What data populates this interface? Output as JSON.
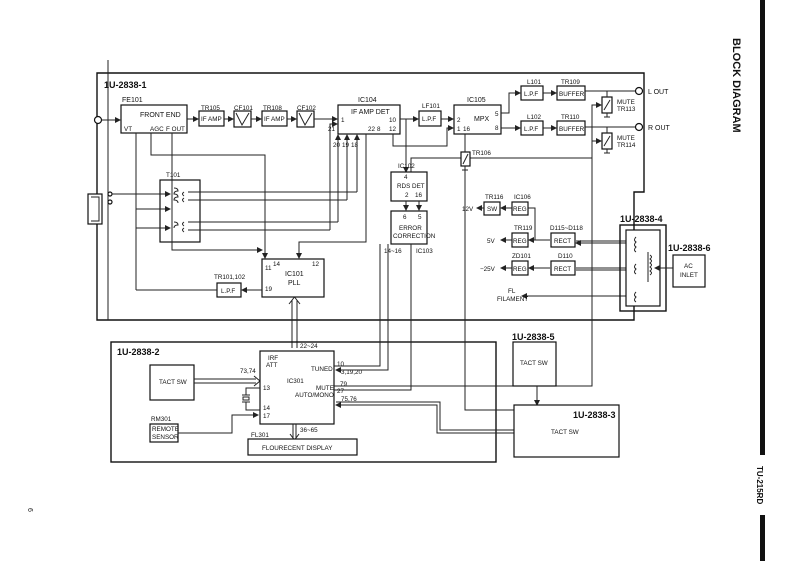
{
  "page": {
    "title": "BLOCK DIAGRAM",
    "model": "TU-215RD",
    "page_number": "6"
  },
  "boards": {
    "b1": "1U-2838-1",
    "b2": "1U-2838-2",
    "b3": "1U-2838-3",
    "b4": "1U-2838-4",
    "b5": "1U-2838-5",
    "b6": "1U-2838-6"
  },
  "blocks": {
    "fe101": {
      "ref": "FE101",
      "label": "FRONT END",
      "pins": [
        "VT",
        "AGC",
        "F OUT"
      ]
    },
    "tr105": {
      "ref": "TR105",
      "label": "IF AMP"
    },
    "cf101": {
      "ref": "CF101"
    },
    "tr108": {
      "ref": "TR108",
      "label": "IF AMP"
    },
    "cf102": {
      "ref": "CF102"
    },
    "ic104": {
      "ref": "IC104",
      "label": "IF AMP DET",
      "pins": [
        "1",
        "21",
        "20",
        "19",
        "18",
        "22",
        "8",
        "10",
        "12"
      ]
    },
    "lf101": {
      "ref": "LF101",
      "label": "L.P.F"
    },
    "ic105": {
      "ref": "IC105",
      "label": "MPX",
      "pins": [
        "2",
        "1",
        "16",
        "5",
        "8"
      ]
    },
    "l101": {
      "ref": "L101",
      "label": "L.P.F"
    },
    "l102": {
      "ref": "L102",
      "label": "L.P.F"
    },
    "tr109": {
      "ref": "TR109",
      "label": "BUFFER"
    },
    "tr110": {
      "ref": "TR110",
      "label": "BUFFER"
    },
    "mute1": {
      "label": "MUTE",
      "ref": "TR113"
    },
    "mute2": {
      "label": "MUTE",
      "ref": "TR114"
    },
    "tr106": {
      "ref": "TR106"
    },
    "ic102": {
      "ref": "IC102",
      "label": "RDS DET",
      "pins": [
        "4",
        "2",
        "16"
      ]
    },
    "ic103": {
      "ref": "IC103",
      "label1": "ERROR",
      "label2": "CORRECTION",
      "pins": [
        "6",
        "5"
      ],
      "bus": "14~16"
    },
    "t101": {
      "ref": "T101"
    },
    "ic101": {
      "ref": "IC101",
      "label": "PLL",
      "pins": [
        "11",
        "14",
        "12",
        "19"
      ]
    },
    "tr101": {
      "ref": "TR101,102",
      "label": "L.P.F"
    },
    "tr116": {
      "ref": "TR116",
      "label": "SW",
      "out": "12V"
    },
    "ic106": {
      "ref": "IC106",
      "label": "REG"
    },
    "tr119": {
      "ref": "TR119",
      "label": "REG",
      "out": "5V"
    },
    "zd101": {
      "ref": "ZD101",
      "label": "REG",
      "out": "−25V"
    },
    "d115": {
      "ref": "D115~D118",
      "label": "RECT"
    },
    "d110": {
      "ref": "D110",
      "label": "RECT"
    },
    "fl": {
      "label1": "FL",
      "label2": "FILAMENT"
    },
    "ac": {
      "label1": "AC",
      "label2": "INLET"
    },
    "tact2": {
      "label": "TACT SW"
    },
    "tact5": {
      "label": "TACT SW"
    },
    "tact3": {
      "label": "TACT SW"
    },
    "ic301": {
      "ref": "IC301",
      "irf": "IRF",
      "att": "ATT",
      "tuned": "TUNED",
      "mute": "MUTE",
      "automono": "AUTO/MONO",
      "pins": [
        "73,74",
        "13",
        "14",
        "17",
        "10",
        "3,19,20",
        "79",
        "27",
        "75,76",
        "22~24",
        "36~65"
      ]
    },
    "rm301": {
      "ref": "RM301",
      "label1": "REMOTE",
      "label2": "SENSOR"
    },
    "fl301": {
      "ref": "FL301",
      "label": "FLOURECENT DISPLAY"
    }
  },
  "outputs": {
    "l_out": "L OUT",
    "r_out": "R OUT"
  }
}
